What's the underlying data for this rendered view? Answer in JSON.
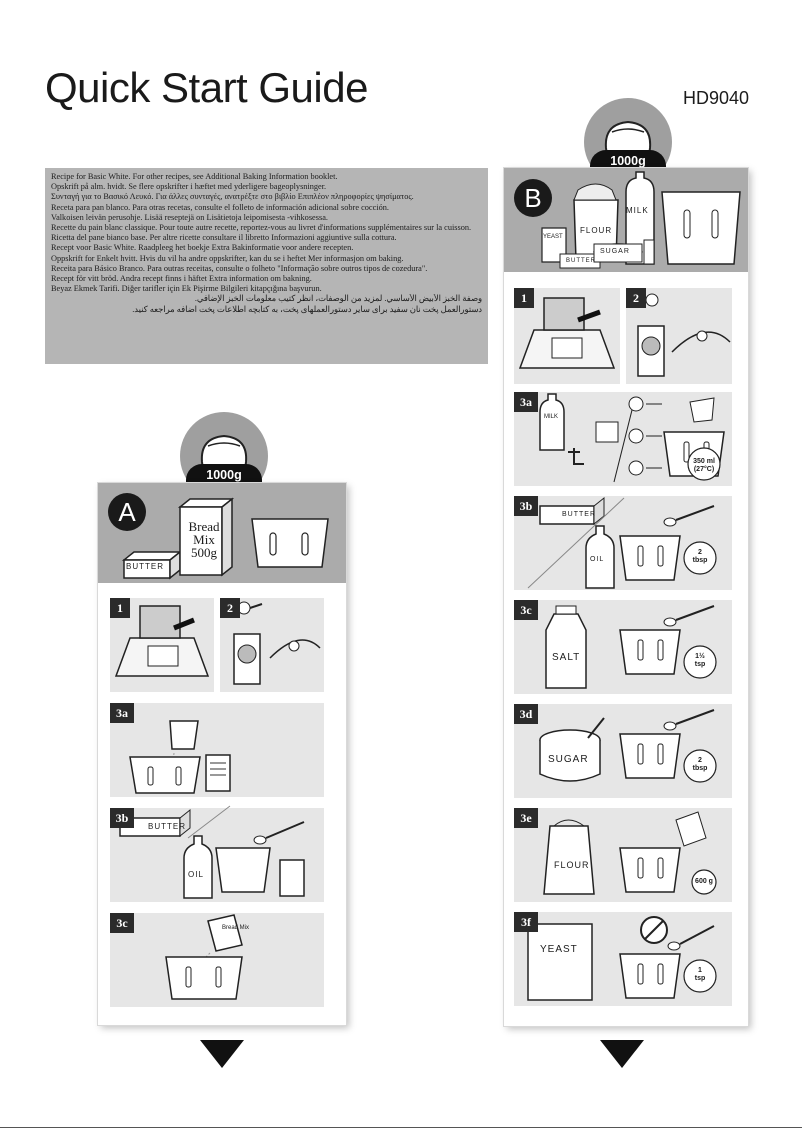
{
  "header": {
    "title": "Quick Start Guide",
    "model": "HD9040"
  },
  "recipe_lines": [
    "Recipe for Basic White. For other recipes, see Additional Baking Information booklet.",
    "Opskrift på alm. hvidt. Se flere opskrifter i hæftet med yderligere bageoplysninger.",
    "Συνταγή για το Βασικό Λευκό. Για άλλες συνταγές, ανατρέξτε στο βιβλίο Επιπλέον πληροφορίες ψησίματος.",
    "Receta para pan blanco. Para otras recetas, consulte el folleto de información adicional sobre cocción.",
    "Valkoisen leivän perusohje. Lisää reseptejä on Lisätietoja leipomisesta -vihkosessa.",
    "Recette du pain blanc classique. Pour toute autre recette, reportez-vous au livret d'informations supplémentaires sur la cuisson.",
    "Ricetta del pane bianco base. Per altre ricette consultare il libretto Informazioni aggiuntive sulla cottura.",
    "Recept voor Basic White. Raadpleeg het boekje Extra Bakinformatie voor andere recepten.",
    "Oppskrift for Enkelt hvitt. Hvis du vil ha andre oppskrifter, kan du se i heftet Mer informasjon om baking.",
    "Receita para Básico Branco. Para outras receitas, consulte o folheto \"Informação sobre outros tipos de cozedura\".",
    "Recept för vitt bröd. Andra recept finns i häftet Extra information om bakning.",
    "Beyaz Ekmek Tarifi. Diğer tarifler için Ek Pişirme Bilgileri kitapçığına başvurun."
  ],
  "recipe_rtl": [
    "وصفة الخبز الأبيض الأساسي. لمزيد من الوصفات، انظر كتيب معلومات الخبز الإضافي.",
    "دستورالعمل پخت نان سفید برای سایر دستورالعملهای پخت، به کتابچه اطلاعات پخت اضافه مراجعه کنید."
  ],
  "section_a": {
    "letter": "A",
    "weight": "1000g",
    "butter": "BUTTER",
    "bread_mix": [
      "Bread",
      "Mix",
      "500g"
    ],
    "steps": [
      "1",
      "2",
      "3a",
      "3b",
      "3c"
    ],
    "labels": {
      "butter": "BUTTER",
      "oil": "OIL",
      "mix": "Bread Mix"
    }
  },
  "section_b": {
    "letter": "B",
    "weight": "1000g",
    "ingredients": {
      "milk": "MILK",
      "flour": "FLOUR",
      "yeast": "YEAST",
      "butter": "BUTTER",
      "sugar": "SUGAR"
    },
    "steps": [
      "1",
      "2",
      "3a",
      "3b",
      "3c",
      "3d",
      "3e",
      "3f"
    ],
    "labels": {
      "milk": "MILK",
      "water": "350 ml",
      "temp": "(27°C)",
      "butter": "BUTTER",
      "oil": "OIL",
      "tbsp2": "2",
      "tbsp": "tbsp",
      "salt": "SALT",
      "tsp_frac": "1½",
      "tsp": "tsp",
      "sugar": "SUGAR",
      "flour": "FLOUR",
      "flour_g": "600 g",
      "yeast": "YEAST",
      "tsp1": "1"
    }
  }
}
